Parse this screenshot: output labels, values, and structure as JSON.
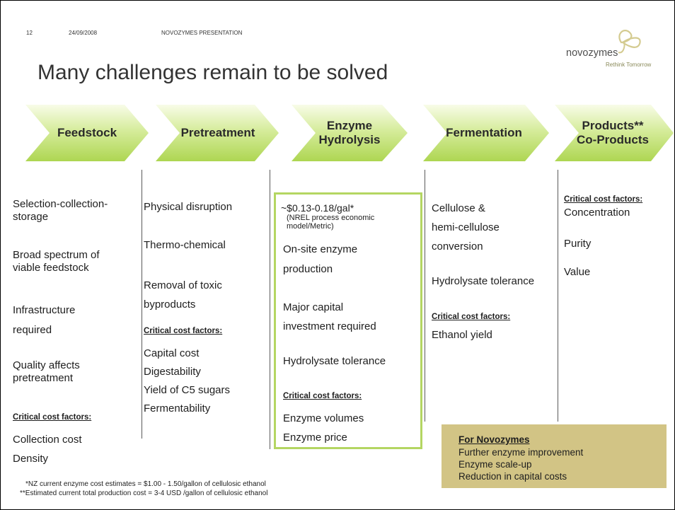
{
  "header": {
    "page_number": "12",
    "date": "24/09/2008",
    "presentation": "NOVOZYMES PRESENTATION"
  },
  "title": "Many challenges remain to be solved",
  "logo": {
    "brand": "novozymes",
    "tagline": "Rethink Tomorrow"
  },
  "steps": [
    {
      "line1": "Feedstock",
      "line2": ""
    },
    {
      "line1": "Pretreatment",
      "line2": ""
    },
    {
      "line1": "Enzyme",
      "line2": "Hydrolysis"
    },
    {
      "line1": "Fermentation",
      "line2": ""
    },
    {
      "line1": "Products**",
      "line2": "Co-Products"
    }
  ],
  "critical_label": "Critical cost factors:",
  "feedstock": {
    "items": [
      "Selection-collection-",
      "storage",
      "Broad spectrum of",
      "viable feedstock",
      "Infrastructure",
      "required",
      "Quality affects",
      "pretreatment"
    ],
    "factors": [
      "Collection cost",
      "Density"
    ]
  },
  "pretreatment": {
    "items": [
      "Physical disruption",
      "Thermo-chemical",
      "Removal of toxic",
      "byproducts"
    ],
    "factors": [
      "Capital cost",
      "Digestability",
      "Yield of C5 sugars",
      "Fermentability"
    ]
  },
  "hydrolysis": {
    "cost": "~$0.13-0.18/gal*",
    "note1": "(NREL process economic",
    "note2": "model/Metric)",
    "items": [
      "On-site enzyme",
      "production",
      "Major capital",
      "investment required",
      "Hydrolysate tolerance"
    ],
    "factors": [
      "Enzyme volumes",
      "Enzyme price"
    ]
  },
  "fermentation": {
    "items": [
      "Cellulose &",
      "hemi-cellulose",
      "conversion",
      "Hydrolysate tolerance"
    ],
    "factors": [
      "Ethanol yield"
    ]
  },
  "products": {
    "factors": [
      "Concentration",
      "Purity",
      "Value"
    ]
  },
  "novozymes_box": {
    "heading": "For Novozymes",
    "items": [
      "Further enzyme improvement",
      "Enzyme scale-up",
      "Reduction in capital costs"
    ]
  },
  "footnotes": [
    "*NZ current enzyme cost estimates = $1.00 - 1.50/gallon of cellulosic ethanol",
    "**Estimated current total production cost = 3-4 USD /gallon of cellulosic ethanol"
  ],
  "colors": {
    "arrow_light": "#f6fbe2",
    "arrow_dark": "#b6dc5c",
    "box_border": "#b4d662",
    "nz_box": "#d2c485"
  }
}
